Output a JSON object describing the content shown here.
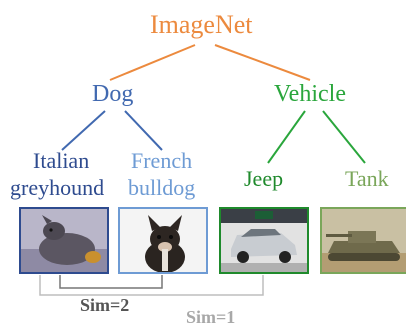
{
  "tree": {
    "root": {
      "label": "ImageNet",
      "color": "#ec8a3e"
    },
    "branches": [
      {
        "label": "Dog",
        "color": "#4169b0",
        "leaves": [
          {
            "lines": [
              "Italian",
              "greyhound"
            ],
            "color": "#2e4b8f",
            "image": "italian-greyhound-photo"
          },
          {
            "lines": [
              "French",
              "bulldog"
            ],
            "color": "#6e9bd4",
            "image": "french-bulldog-photo"
          }
        ]
      },
      {
        "label": "Vehicle",
        "color": "#2aa63c",
        "leaves": [
          {
            "lines": [
              "Jeep"
            ],
            "color": "#1f8a2c",
            "image": "jeep-photo"
          },
          {
            "lines": [
              "Tank"
            ],
            "color": "#7aa65a",
            "image": "tank-photo"
          }
        ]
      }
    ]
  },
  "similarities": [
    {
      "label": "Sim=2",
      "color": "#555555"
    },
    {
      "label": "Sim=1",
      "color": "#a8a8a8"
    }
  ]
}
